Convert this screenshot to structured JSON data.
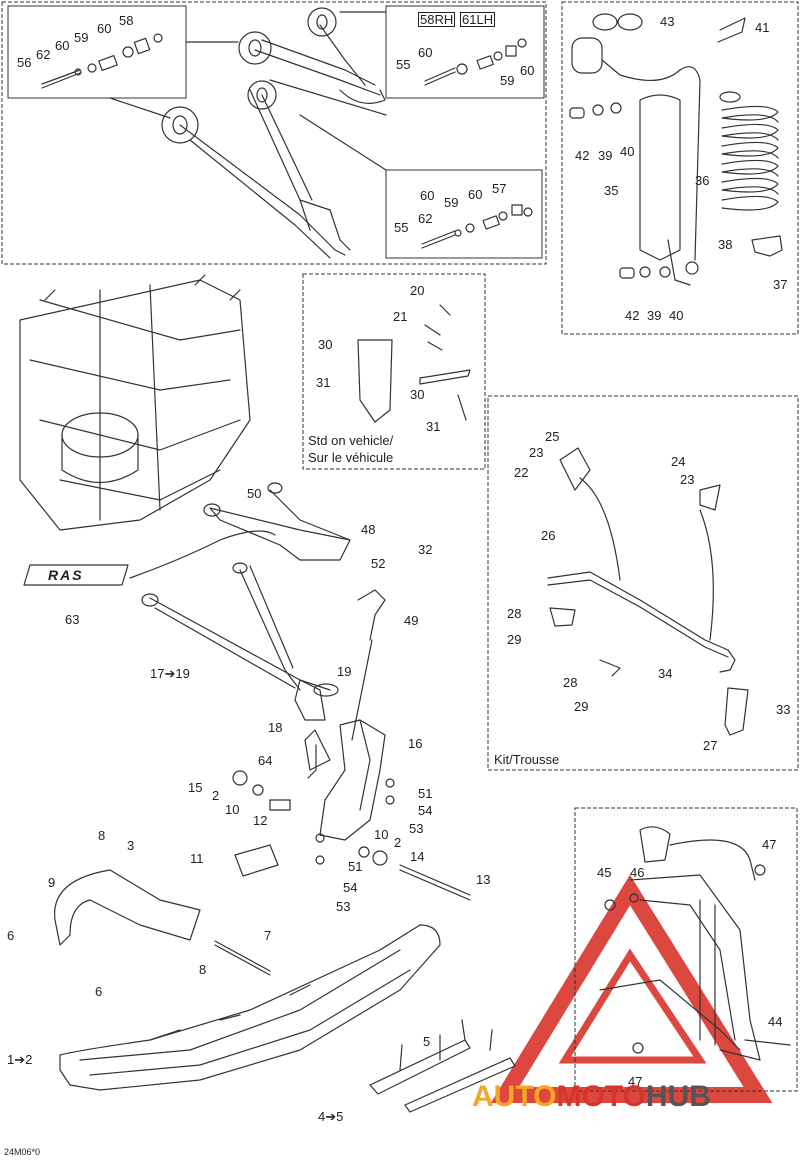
{
  "diagram_code": "24M06*0",
  "notes": {
    "std_line1": "Std on vehicle/",
    "std_line2": "Sur le véhicule",
    "kit": "Kit/Trousse"
  },
  "logo_text": "RAS",
  "watermark": {
    "part1": "AUTO",
    "part2": "MOTO",
    "part3": "HUB",
    "color_red": "#d9342b",
    "color_orange": "#f5a623",
    "color_gray": "#555555"
  },
  "part_numbers": {
    "p58": "58",
    "p56": "56",
    "p62a": "62",
    "p60a": "60",
    "p59a": "59",
    "p60b": "60",
    "h58rh": "58RH",
    "h61lh": "61LH",
    "p60c": "60",
    "p55a": "55",
    "p59b": "59",
    "p60d": "60",
    "p60e": "60",
    "p57": "57",
    "p59c": "59",
    "p60f": "60",
    "p55b": "55",
    "p62b": "62",
    "p43": "43",
    "p41": "41",
    "p42a": "42",
    "p39a": "39",
    "p40a": "40",
    "p36": "36",
    "p35": "35",
    "p38": "38",
    "p37": "37",
    "p42b": "42",
    "p39b": "39",
    "p40b": "40",
    "p20": "20",
    "p21": "21",
    "p30a": "30",
    "p31a": "31",
    "p30b": "30",
    "p31b": "31",
    "p25": "25",
    "p23a": "23",
    "p22": "22",
    "p24": "24",
    "p23b": "23",
    "p26": "26",
    "p28a": "28",
    "p29a": "29",
    "p28b": "28",
    "p29b": "29",
    "p34": "34",
    "p33": "33",
    "p27": "27",
    "p50": "50",
    "p48": "48",
    "p32": "32",
    "p52": "52",
    "p49": "49",
    "p63": "63",
    "p17": "17➔19",
    "p19": "19",
    "p18": "18",
    "p16": "16",
    "p64": "64",
    "p15": "15",
    "p2a": "2",
    "p10a": "10",
    "p12": "12",
    "p51a": "51",
    "p54a": "54",
    "p53a": "53",
    "p10b": "10",
    "p2b": "2",
    "p14": "14",
    "p51b": "51",
    "p54b": "54",
    "p53b": "53",
    "p11": "11",
    "p13": "13",
    "p8a": "8",
    "p3": "3",
    "p9": "9",
    "p6a": "6",
    "p7": "7",
    "p8b": "8",
    "p6b": "6",
    "p1": "1➔2",
    "p5": "5",
    "p4": "4➔5",
    "p47a": "47",
    "p45": "45",
    "p46": "46",
    "p44": "44",
    "p47b": "47"
  }
}
